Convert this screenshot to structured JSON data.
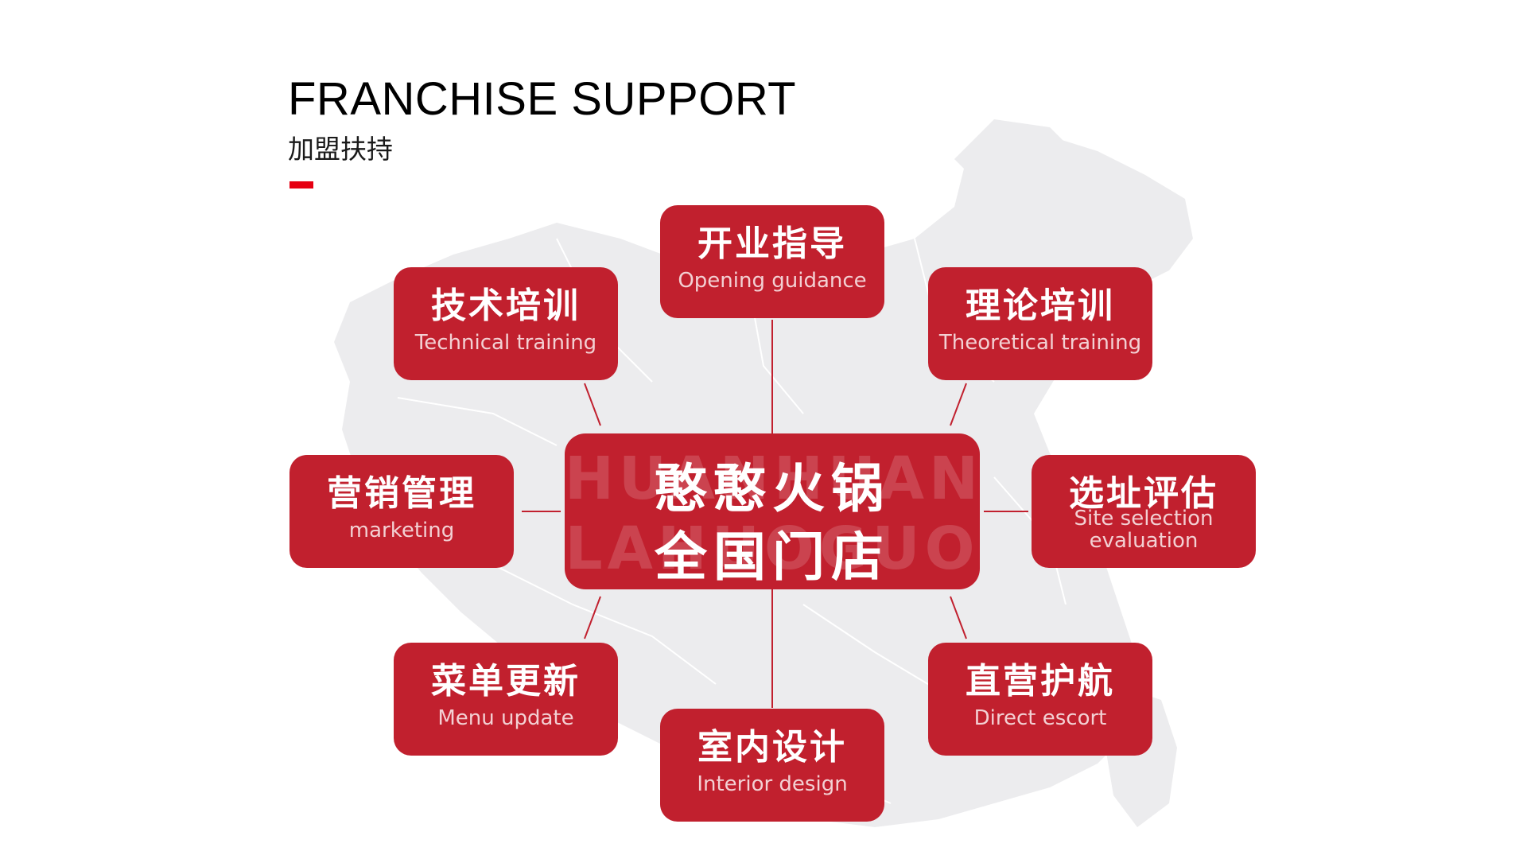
{
  "header": {
    "title": "FRANCHISE SUPPORT",
    "subtitle": "加盟扶持"
  },
  "colors": {
    "box_red": "#c1202e",
    "accent_red": "#e60012",
    "map_gray": "#ececee",
    "connector": "#c1202e"
  },
  "center": {
    "line1": "憨憨火锅",
    "line2": "全国门店",
    "watermark1": "HUANHUAN",
    "watermark2": "LAHUOGUO"
  },
  "nodes": [
    {
      "cn": "开业指导",
      "en": "Opening guidance"
    },
    {
      "cn": "理论培训",
      "en": "Theoretical training"
    },
    {
      "cn": "选址评估",
      "en": "Site selection evaluation"
    },
    {
      "cn": "直营护航",
      "en": "Direct escort"
    },
    {
      "cn": "室内设计",
      "en": "Interior design"
    },
    {
      "cn": "菜单更新",
      "en": "Menu update"
    },
    {
      "cn": "营销管理",
      "en": "marketing"
    },
    {
      "cn": "技术培训",
      "en": "Technical training"
    }
  ]
}
